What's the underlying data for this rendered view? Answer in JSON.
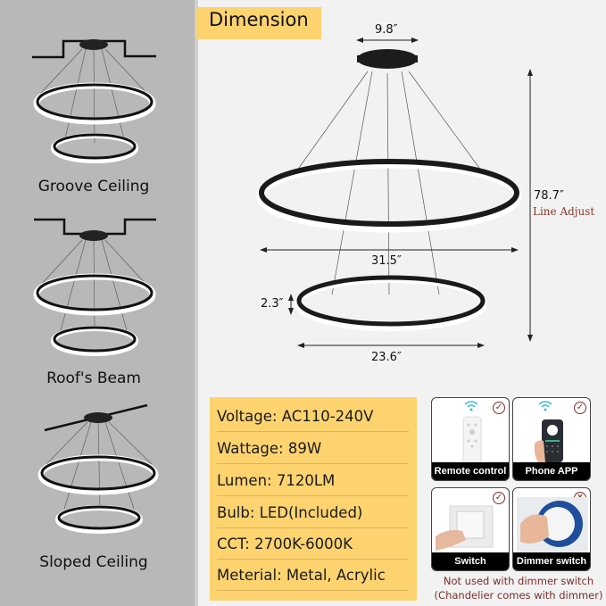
{
  "mounting_types": [
    {
      "label": "Groove Ceiling"
    },
    {
      "label": "Roof's Beam"
    },
    {
      "label": "Sloped Ceiling"
    }
  ],
  "dimension": {
    "title": "Dimension",
    "canopy_width": "9.8″",
    "large_ring_diameter": "31.5″",
    "small_ring_diameter": "23.6″",
    "ring_height": "2.3″",
    "total_height": "78.7″",
    "total_height_note": "Line Adjust"
  },
  "specs": [
    {
      "label": "Voltage: AC110-240V"
    },
    {
      "label": "Wattage: 89W"
    },
    {
      "label": "Lumen: 7120LM"
    },
    {
      "label": "Bulb: LED(Included)"
    },
    {
      "label": "CCT: 2700K-6000K"
    },
    {
      "label": "Meterial: Metal, Acrylic"
    }
  ],
  "controls": [
    {
      "label": "Remote control",
      "supported": true,
      "mark": "✓"
    },
    {
      "label": "Phone APP",
      "supported": true,
      "mark": "✓"
    },
    {
      "label": "Switch",
      "supported": true,
      "mark": "✓"
    },
    {
      "label": "Dimmer switch",
      "supported": false,
      "mark": "✕"
    }
  ],
  "notes": {
    "line1": "Not used with dimmer switch",
    "line2": "(Chandelier comes with dimmer)"
  },
  "colors": {
    "accent_yellow": "#fcd36f",
    "note_red": "#7a2e2a",
    "panel_gray": "#b8b8b8"
  }
}
